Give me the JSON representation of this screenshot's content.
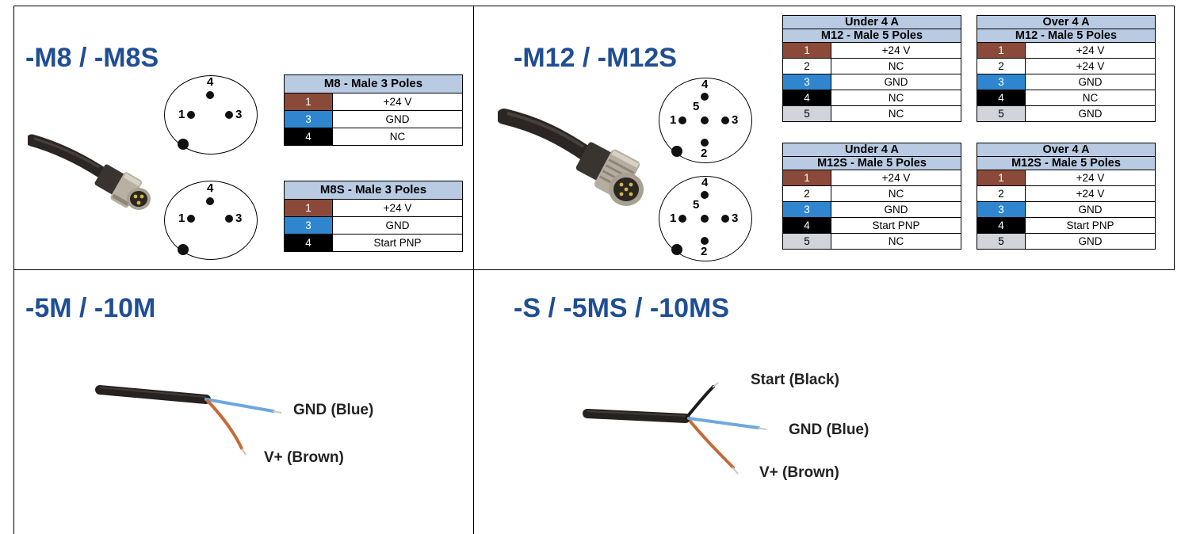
{
  "sections": {
    "m8": {
      "title": "-M8 / -M8S"
    },
    "m12": {
      "title": "-M12 / -M12S"
    },
    "flying": {
      "title": "-5M / -10M"
    },
    "flying_s": {
      "title": "-S / -5MS / -10MS"
    }
  },
  "colors": {
    "title": "#1f4e94",
    "header_bg": "#b9cbe3",
    "brown": "#8b4a39",
    "blue": "#2f86cf",
    "black": "#000000",
    "gray": "#d2d4dc"
  },
  "m8_diagram": {
    "pin_top": "4",
    "pin_left": "1",
    "pin_right": "3"
  },
  "m12_diagram": {
    "pin_top": "4",
    "pin_left": "1",
    "pin_right": "3",
    "pin_center": "5",
    "pin_bottom": "2"
  },
  "tables": {
    "m8": {
      "header": "M8 - Male 3 Poles",
      "rows": [
        {
          "pin": "1",
          "signal": "+24 V"
        },
        {
          "pin": "3",
          "signal": "GND"
        },
        {
          "pin": "4",
          "signal": "NC"
        }
      ]
    },
    "m8s": {
      "header": "M8S - Male 3 Poles",
      "rows": [
        {
          "pin": "1",
          "signal": "+24 V"
        },
        {
          "pin": "3",
          "signal": "GND"
        },
        {
          "pin": "4",
          "signal": "Start PNP"
        }
      ]
    },
    "m12_under": {
      "group": "Under 4 A",
      "header": "M12 - Male 5 Poles",
      "rows": [
        {
          "pin": "1",
          "signal": "+24 V"
        },
        {
          "pin": "2",
          "signal": "NC"
        },
        {
          "pin": "3",
          "signal": "GND"
        },
        {
          "pin": "4",
          "signal": "NC"
        },
        {
          "pin": "5",
          "signal": "NC"
        }
      ]
    },
    "m12_over": {
      "group": "Over 4 A",
      "header": "M12 - Male 5 Poles",
      "rows": [
        {
          "pin": "1",
          "signal": "+24 V"
        },
        {
          "pin": "2",
          "signal": "+24 V"
        },
        {
          "pin": "3",
          "signal": "GND"
        },
        {
          "pin": "4",
          "signal": "NC"
        },
        {
          "pin": "5",
          "signal": "GND"
        }
      ]
    },
    "m12s_under": {
      "group": "Under 4 A",
      "header": "M12S - Male 5 Poles",
      "rows": [
        {
          "pin": "1",
          "signal": "+24 V"
        },
        {
          "pin": "2",
          "signal": "NC"
        },
        {
          "pin": "3",
          "signal": "GND"
        },
        {
          "pin": "4",
          "signal": "Start PNP"
        },
        {
          "pin": "5",
          "signal": "NC"
        }
      ]
    },
    "m12s_over": {
      "group": "Over 4 A",
      "header": "M12S - Male 5 Poles",
      "rows": [
        {
          "pin": "1",
          "signal": "+24 V"
        },
        {
          "pin": "2",
          "signal": "+24 V"
        },
        {
          "pin": "3",
          "signal": "GND"
        },
        {
          "pin": "4",
          "signal": "Start PNP"
        },
        {
          "pin": "5",
          "signal": "GND"
        }
      ]
    }
  },
  "wires": {
    "flying": {
      "gnd": "GND (Blue)",
      "vplus": "V+ (Brown)"
    },
    "flying_s": {
      "start": "Start (Black)",
      "gnd": "GND (Blue)",
      "vplus": "V+ (Brown)"
    }
  }
}
